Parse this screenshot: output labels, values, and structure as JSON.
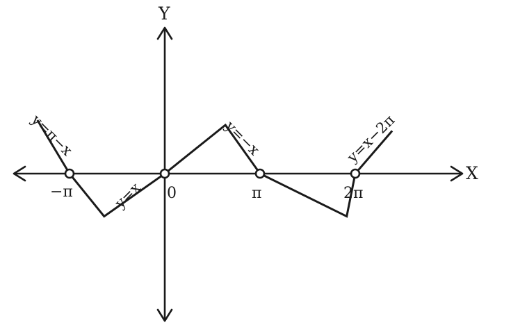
{
  "axes": {
    "x_label": "X",
    "y_label": "Y"
  },
  "ticks": [
    {
      "key": "neg_pi",
      "label": "−π"
    },
    {
      "key": "origin",
      "label": "0"
    },
    {
      "key": "pi",
      "label": "π"
    },
    {
      "key": "two_pi",
      "label": "2π"
    }
  ],
  "equations": {
    "left": "y=π−x",
    "middle_left": "y=x",
    "middle_right": "y=−x",
    "right": "y=x−2π"
  },
  "graph": {
    "vertices": [
      {
        "x": -4.2,
        "y": 1.1
      },
      {
        "x": -3.14159,
        "y": 0
      },
      {
        "x": -2.0,
        "y": -0.88
      },
      {
        "x": 0,
        "y": 0
      },
      {
        "x": 2.0,
        "y": 1.0
      },
      {
        "x": 3.14159,
        "y": 0
      },
      {
        "x": 6.0,
        "y": -0.88
      },
      {
        "x": 6.28318,
        "y": 0
      },
      {
        "x": 7.5,
        "y": 0.88
      }
    ],
    "open_points": [
      -3.14159,
      0,
      3.14159,
      6.28318
    ]
  },
  "colors": {
    "ink": "#1a1a1a",
    "background": "#ffffff"
  }
}
